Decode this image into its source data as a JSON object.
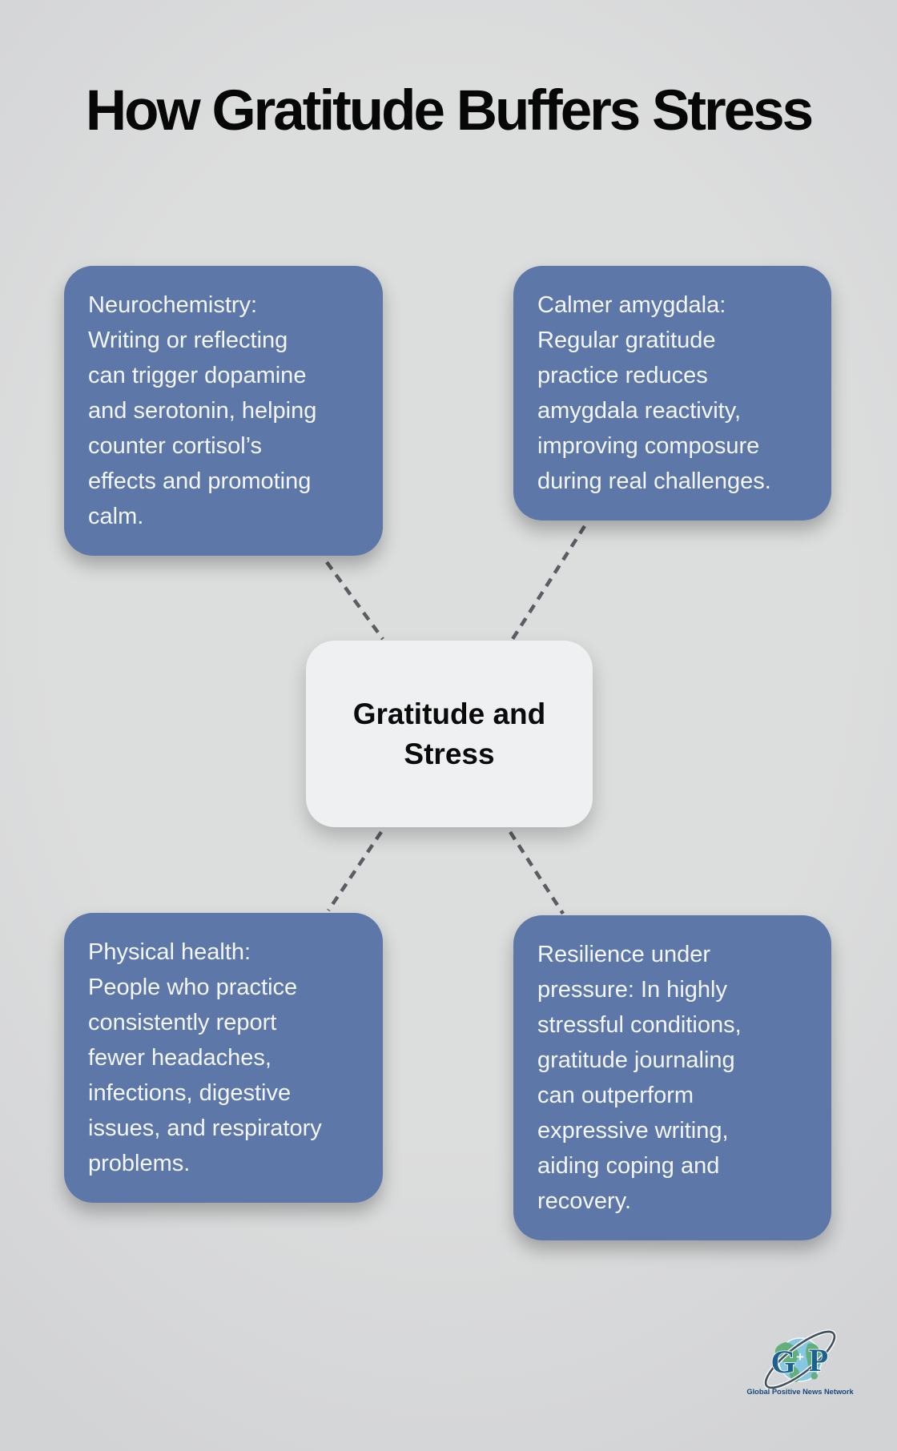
{
  "title": "How Gratitude Buffers Stress",
  "center_node": {
    "label": "Gratitude and\nStress"
  },
  "nodes": [
    {
      "name": "neurochemistry",
      "text": "Neurochemistry:\nWriting or reflecting\ncan trigger dopamine\nand serotonin, helping\ncounter cortisol’s\neffects and promoting\ncalm."
    },
    {
      "name": "calmer-amygdala",
      "text": "Calmer amygdala:\nRegular gratitude\npractice reduces\namygdala reactivity,\nimproving composure\nduring real challenges."
    },
    {
      "name": "physical-health",
      "text": "Physical health:\nPeople who practice\nconsistently report\nfewer headaches,\ninfections, digestive\nissues, and respiratory\nproblems."
    },
    {
      "name": "resilience-under-pressure",
      "text": "Resilience under\npressure: In highly\nstressful conditions,\ngratitude journaling\ncan outperform\nexpressive writing,\naiding coping and\nrecovery."
    }
  ],
  "logo": {
    "icon": "globe-orbit-icon",
    "letter_left": "G",
    "plus": "+",
    "letter_right": "P",
    "caption": "Global Positive News Network"
  },
  "colors": {
    "background": "#dcdddd",
    "background_edge": "#d2d3d5",
    "node_fill": "#5d77a9",
    "node_text": "#f3f6fa",
    "center_fill": "#eff0f1",
    "center_text": "#0b0b0b",
    "title": "#070707",
    "connector": "#595e62",
    "globe_water": "#87c7e1",
    "globe_land": "#5fae77",
    "orbit": "#43525f",
    "logo_letter": "#1d6190",
    "logo_caption": "#19497a"
  }
}
